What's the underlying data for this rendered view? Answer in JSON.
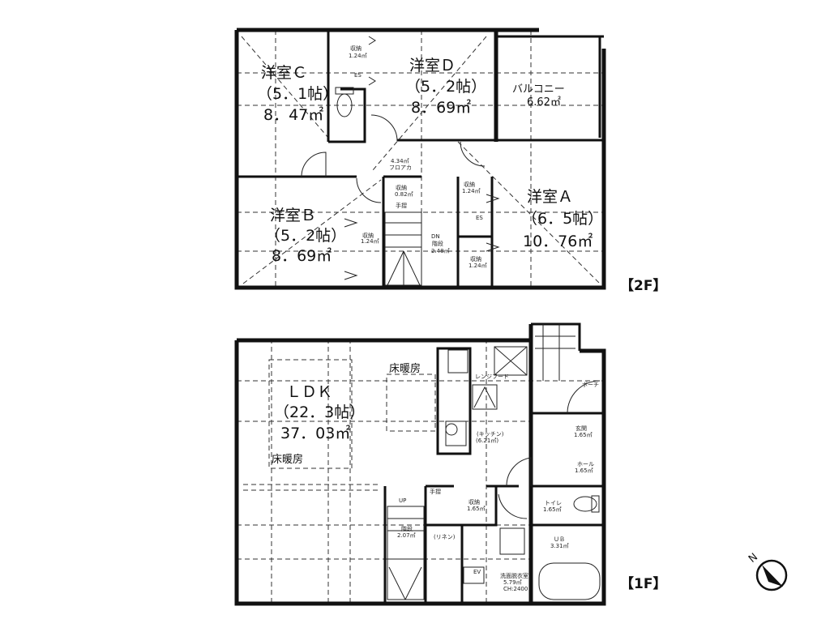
{
  "floor2": {
    "label": "【2F】",
    "rooms": {
      "c": {
        "name": "洋室Ｃ",
        "jo": "（5．1帖）",
        "area": "8．47㎡"
      },
      "d": {
        "name": "洋室Ｄ",
        "jo": "（5．2帖）",
        "area": "8．69㎡"
      },
      "b": {
        "name": "洋室Ｂ",
        "jo": "（5．2帖）",
        "area": "8．69㎡"
      },
      "a": {
        "name": "洋室Ａ",
        "jo": "（6．5帖）",
        "area": "10．76㎡"
      },
      "balcony": {
        "name": "バルコニー",
        "area": "6.62㎡"
      }
    },
    "small": {
      "storage_top": "収納",
      "storage_top_area": "1.24㎡",
      "es1": "ES",
      "es2": "ES",
      "hall_area": "4.34㎡",
      "hall_label": "フロアカ",
      "storage_082": "収納",
      "storage_082_area": "0.82㎡",
      "storage_b": "収納",
      "storage_b_area": "1.24㎡",
      "storage_a1": "収納",
      "storage_a1_area": "1.24㎡",
      "storage_a2": "収納",
      "storage_a2_area": "1.24㎡",
      "handrail": "手摺",
      "dn": "DN",
      "stairs": "階段",
      "stairs_area": "2.48㎡"
    }
  },
  "floor1": {
    "label": "【1F】",
    "rooms": {
      "ldk": {
        "name": "ＬＤＫ",
        "jo": "（22．3帖）",
        "area": "37．03㎡"
      },
      "floor_heating_1": "床暖房",
      "floor_heating_2": "床暖房",
      "kitchen": "(キッチン)",
      "kitchen_area": "(6.21㎡)",
      "range_hood": "レンジフード",
      "porch": "ポーチ",
      "entrance": "玄関",
      "entrance_area": "1.65㎡",
      "hall": "ホール",
      "hall_area": "1.65㎡",
      "toilet": "トイレ",
      "toilet_area": "1.65㎡",
      "ub": "ＵＢ",
      "ub_area": "3.31㎡",
      "washroom": "洗面脱衣室",
      "washroom_area": "5.79㎡",
      "washroom_ch": "CH:2400",
      "storage": "収納",
      "storage_area": "1.65㎡",
      "up": "UP",
      "stairs": "階段",
      "stairs_area": "2.07㎡",
      "linen": "(リネン)",
      "ev": "EV",
      "handrail": "手摺"
    }
  },
  "compass": {
    "north": "N"
  }
}
